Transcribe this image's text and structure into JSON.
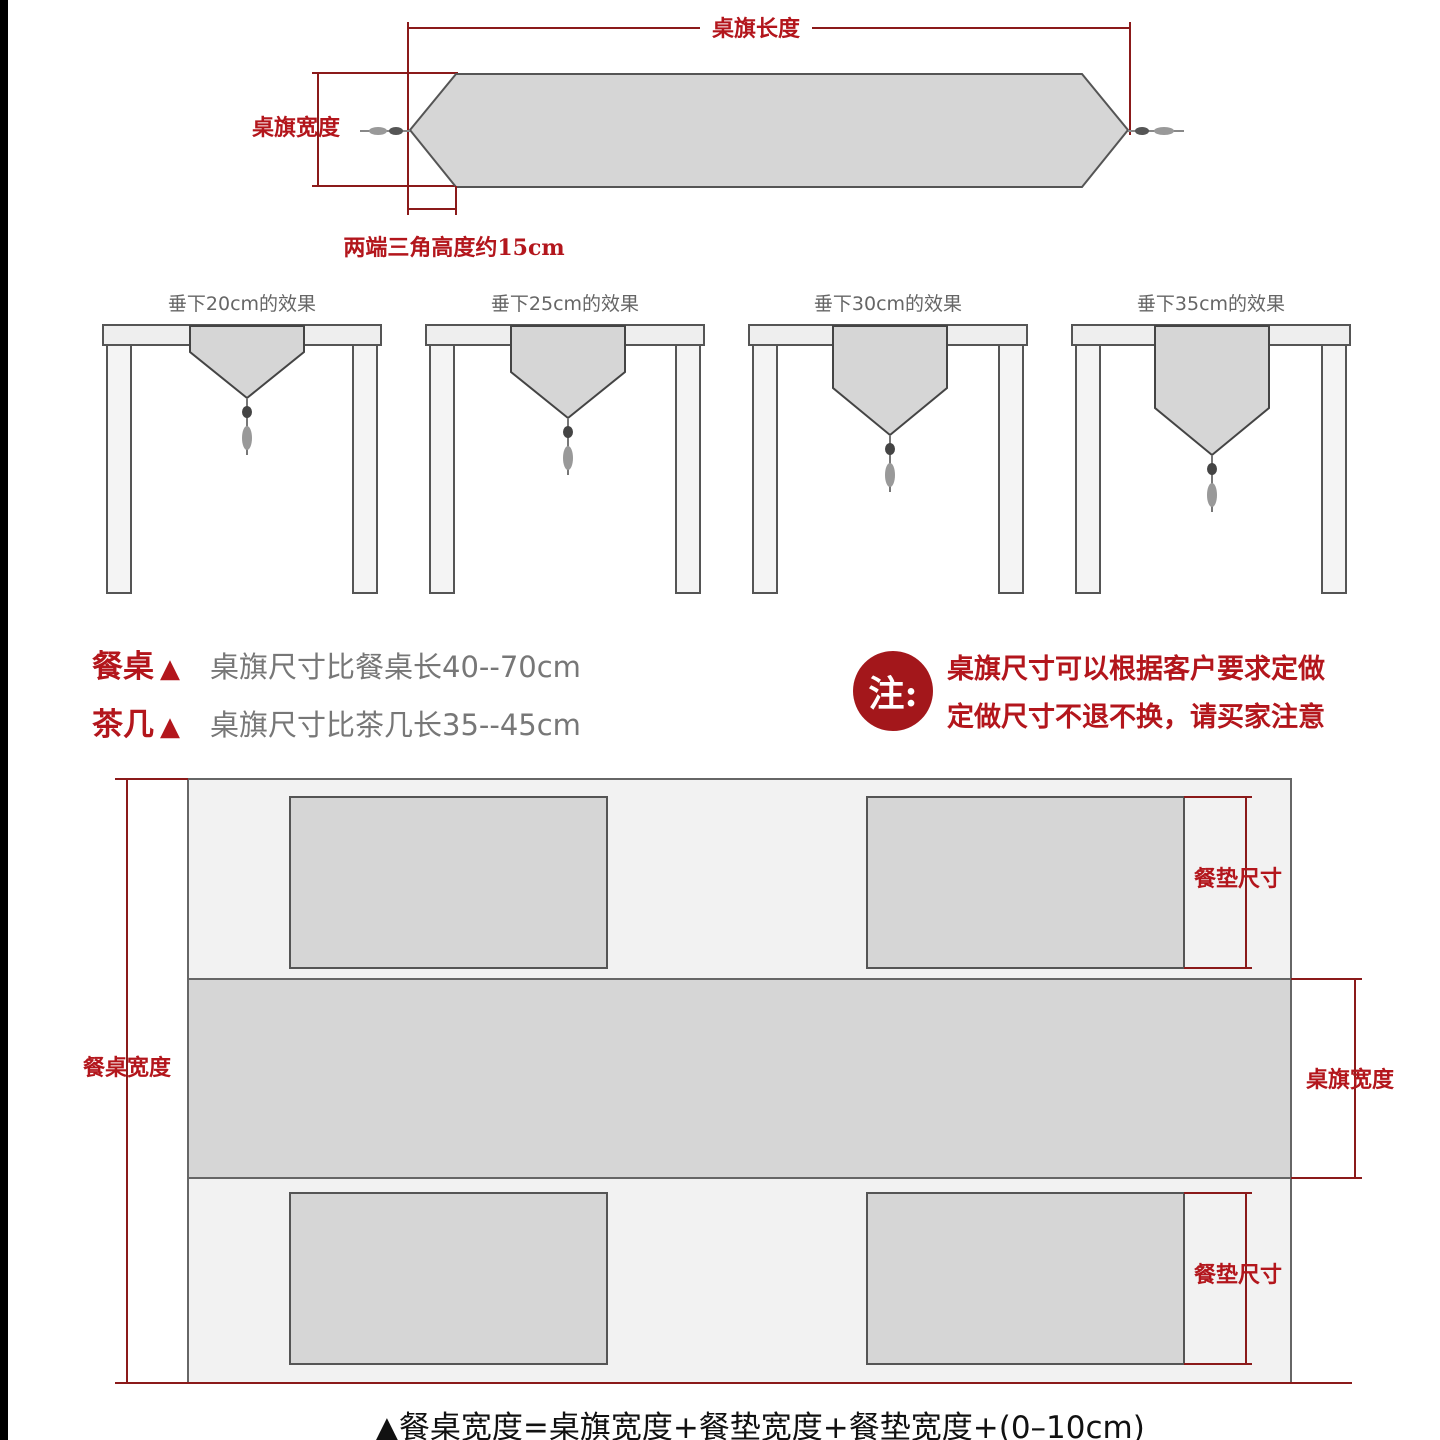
{
  "runner": {
    "length_label": "桌旗长度",
    "width_label": "桌旗宽度",
    "tip_height_label": "两端三角高度约15cm"
  },
  "drop_examples": [
    {
      "caption": "垂下20cm的效果"
    },
    {
      "caption": "垂下25cm的效果"
    },
    {
      "caption": "垂下30cm的效果"
    },
    {
      "caption": "垂下35cm的效果"
    }
  ],
  "rules": [
    {
      "kind": "餐桌",
      "marker": "▲",
      "text": "桌旗尺寸比餐桌长40--70cm"
    },
    {
      "kind": "茶几",
      "marker": "▲",
      "text": "桌旗尺寸比茶几长35--45cm"
    }
  ],
  "note": {
    "badge": "注:",
    "line1": "桌旗尺寸可以根据客户要求定做",
    "line2": "定做尺寸不退不换，请买家注意"
  },
  "table_layout": {
    "table_width_label": "餐桌宽度",
    "mat_size_label_top": "餐垫尺寸",
    "mat_size_label_bottom": "餐垫尺寸",
    "runner_width_label": "桌旗宽度"
  },
  "formula": "▲餐桌宽度=桌旗宽度+餐垫宽度+餐垫宽度+(0–10cm)",
  "colors": {
    "accent_red": "#b3161c",
    "line_red": "#8b1a1a",
    "fabric_gray": "#d6d6d6",
    "table_bg": "#f2f2f2"
  }
}
